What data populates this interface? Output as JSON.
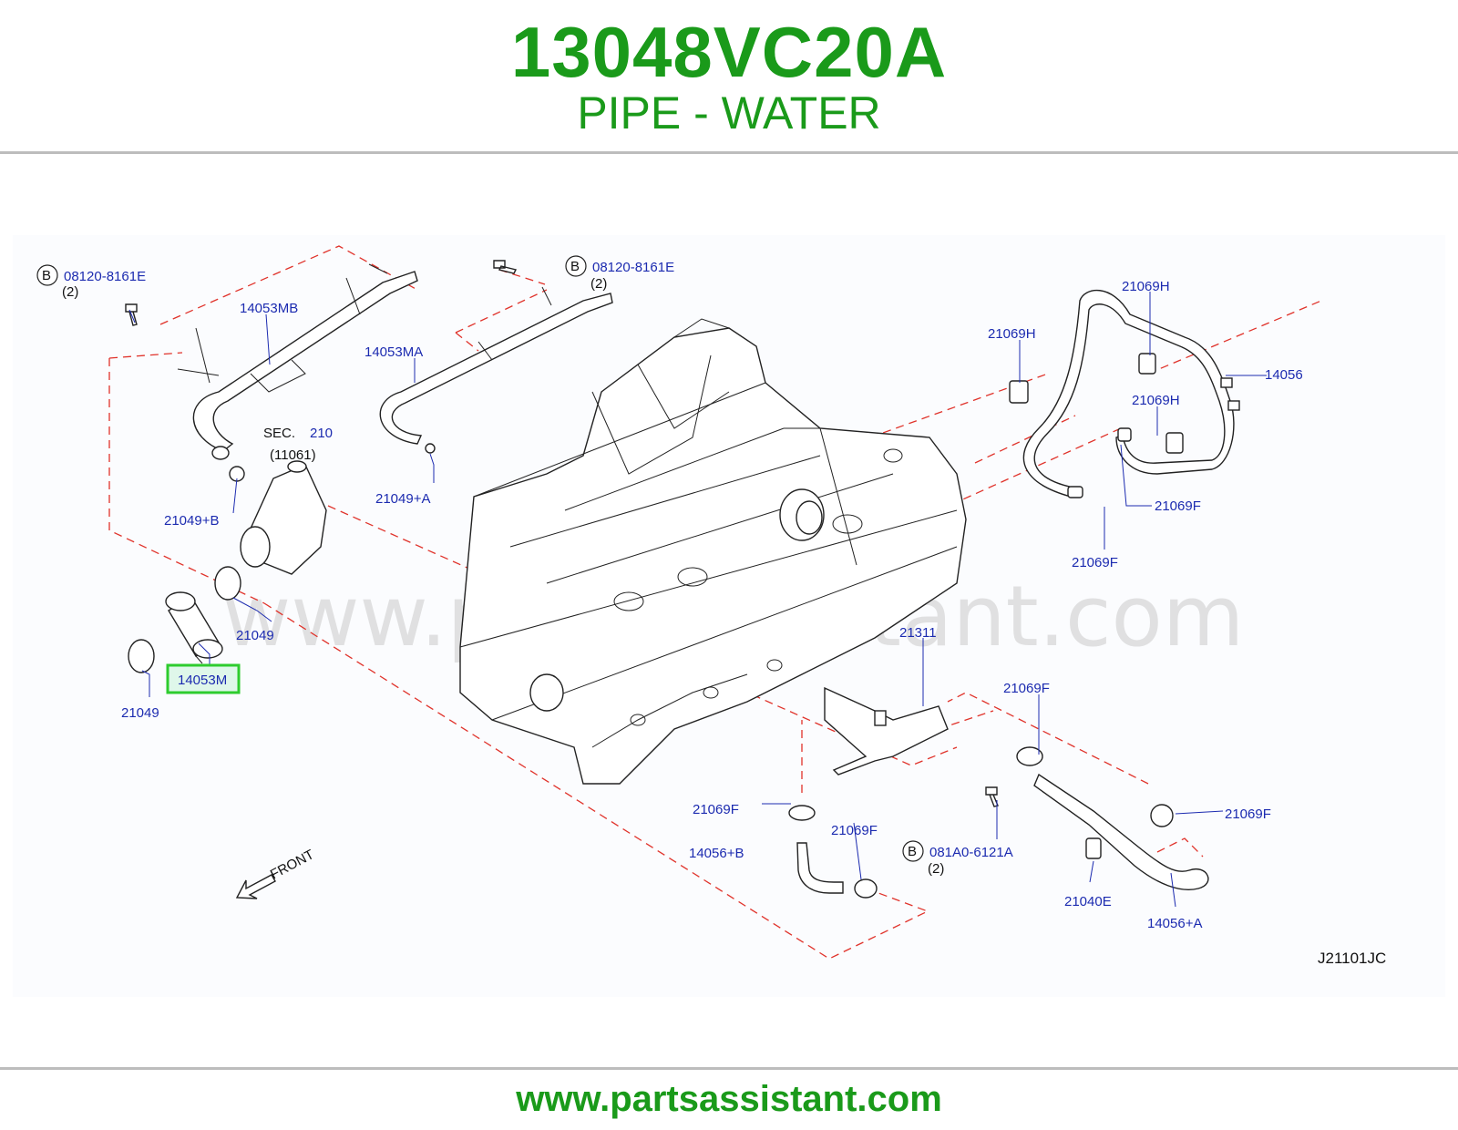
{
  "header": {
    "part_number": "13048VC20A",
    "part_name": "PIPE - WATER"
  },
  "footer": {
    "url": "www.partsassistant.com"
  },
  "diagram": {
    "watermark": "www.partsassistant.com",
    "diagram_code": "J21101JC",
    "front_label": "FRONT",
    "section_ref": {
      "prefix": "SEC.",
      "number": "210",
      "sub": "(11061)"
    },
    "bolt_marker": "B",
    "highlighted_part": "14053M",
    "labels": {
      "b1_part": "08120-8161E",
      "b1_qty": "(2)",
      "b2_part": "08120-8161E",
      "b2_qty": "(2)",
      "b3_part": "081A0-6121A",
      "b3_qty": "(2)",
      "p14053MB": "14053MB",
      "p14053MA": "14053MA",
      "p21049B": "21049+B",
      "p21049A": "21049+A",
      "p21049_upper": "21049",
      "p21049_lower": "21049",
      "p21069H_a": "21069H",
      "p21069H_b": "21069H",
      "p21069H_c": "21069H",
      "p14056": "14056",
      "p21069F_a": "21069F",
      "p21069F_b": "21069F",
      "p21311": "21311",
      "p21069F_c": "21069F",
      "p21069F_d": "21069F",
      "p21069F_e": "21069F",
      "p21069F_f": "21069F",
      "p14056B": "14056+B",
      "p21040E": "21040E",
      "p14056A": "14056+A"
    },
    "colors": {
      "title_green": "#1a9a1a",
      "label_blue": "#1c2bb0",
      "dashed_red": "#e0322a",
      "highlight_green": "#2ecc2e"
    }
  }
}
